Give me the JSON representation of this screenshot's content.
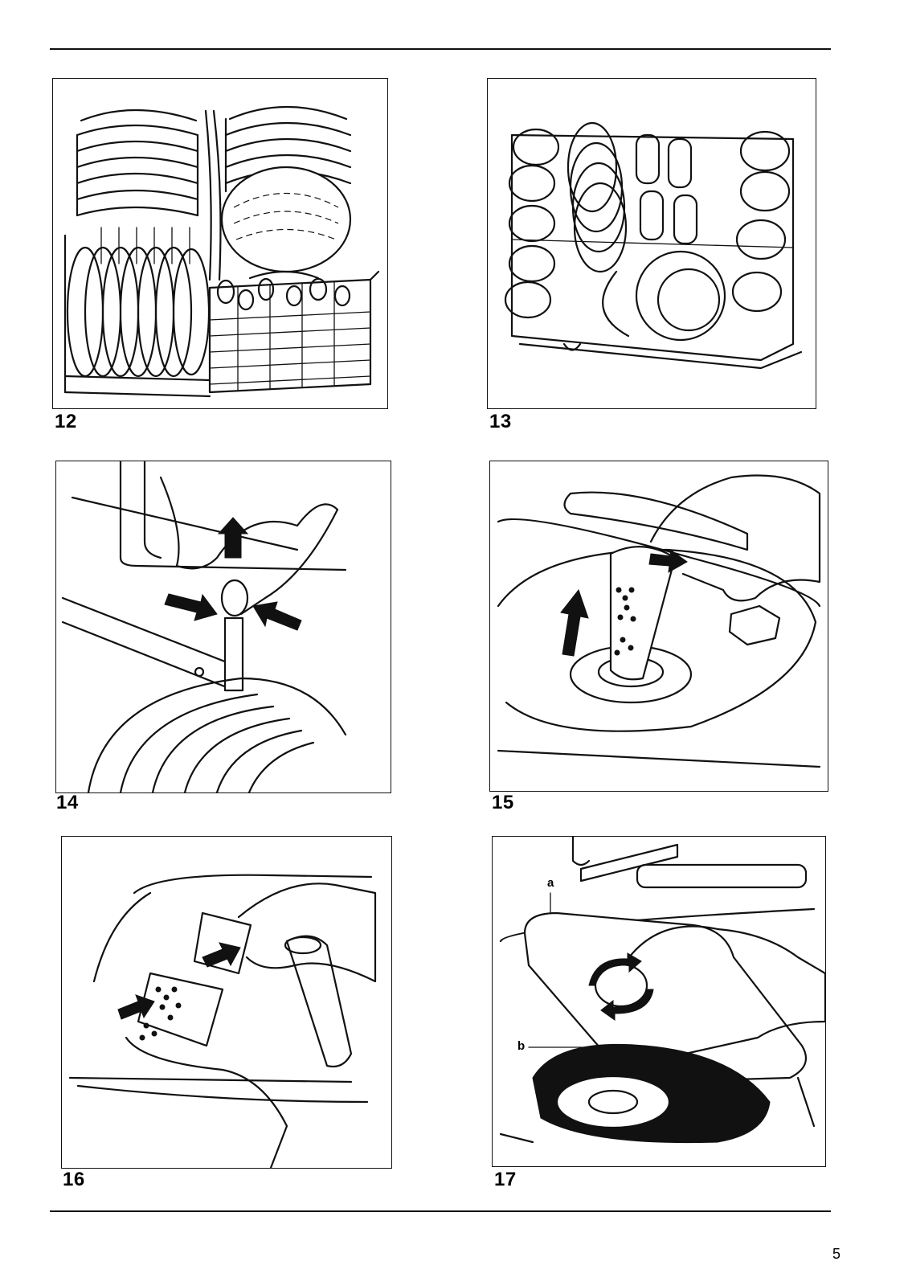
{
  "figures": [
    {
      "number": "12",
      "illustration": "lower-basket-loaded-icon"
    },
    {
      "number": "13",
      "illustration": "upper-basket-loaded-icon"
    },
    {
      "number": "14",
      "illustration": "basket-height-adjust-icon"
    },
    {
      "number": "15",
      "illustration": "filter-removal-icon"
    },
    {
      "number": "16",
      "illustration": "filter-separate-icon"
    },
    {
      "number": "17",
      "illustration": "coarse-filter-turn-icon"
    }
  ],
  "callouts": {
    "a": "a",
    "b": "b"
  },
  "page_number": "5"
}
